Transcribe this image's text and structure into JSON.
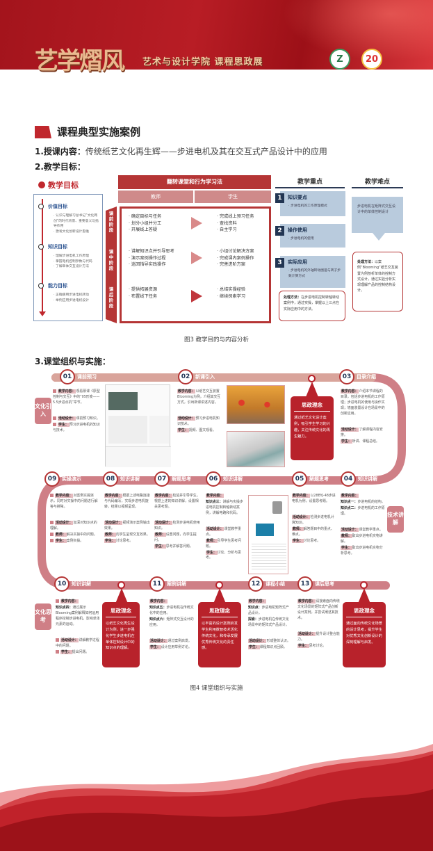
{
  "header": {
    "brand": "艺学熠风",
    "subtitle": "艺术与设计学院  课程思政展",
    "logo1": "Z",
    "logo2": "20"
  },
  "section_title": "课程典型实施案例",
  "content_label": "1.授课内容：",
  "content_value": "传统纸艺文化再生辉——步进电机及其在交互式产品设计中的应用",
  "goals_label": "2.教学目标：",
  "goals": {
    "title": "教学目标",
    "groups": [
      {
        "title": "价值目标",
        "items": [
          "· 认识与理解习总书记“文化两创”的时代背景、重要意义与指导作用",
          "· 激发文化创新设计思维"
        ]
      },
      {
        "title": "知识目标",
        "items": [
          "· 理解步进电机工作原理",
          "· 掌握电机控制参数与代码",
          "· 了解单体交互设计方法"
        ]
      },
      {
        "title": "能力目标",
        "items": [
          "· 正确使用步进电机转动",
          "· 举例应用步进电机设计"
        ]
      }
    ]
  },
  "flip": {
    "title": "翻转课堂和行为学习法",
    "teacher": "教师",
    "student": "学生",
    "stages": [
      "课前阶段",
      "课中阶段",
      "课后阶段"
    ],
    "rows": [
      {
        "teacher": [
          "· 确定目标与任务",
          "· 划分小组并分工",
          "· 开展线上答疑"
        ],
        "student": [
          "· 完成线上预习任务",
          "· 查找资料",
          "· 自主学习"
        ]
      },
      {
        "teacher": [
          "· 讲解知识点并引导思考",
          "· 演示案例操作过程",
          "· 巡回指导实践操作"
        ],
        "student": [
          "· 小组讨论解决方案",
          "· 完成课内案例操作",
          "· 完善进阶方案"
        ]
      },
      {
        "teacher": [
          "· 提供拓展资源",
          "· 布置线下任务"
        ],
        "student": [
          "· 总结实操经验",
          "· 继续探索学习"
        ]
      }
    ]
  },
  "key_points": {
    "title": "教学重点",
    "items": [
      {
        "num": "1",
        "title": "知识要点",
        "desc": "· 步进电机的工作原理模式"
      },
      {
        "num": "2",
        "title": "操作使用",
        "desc": "· 步进电机的使用"
      },
      {
        "num": "3",
        "title": "实际应用",
        "desc": "· 步进电机的外轴转动圈速与转子步数计算方式"
      }
    ],
    "method_label": "处理方法：",
    "method": "在步进电机控制转轴转动案例中，通过实操，掌握以上三点在实际应用中的方法。"
  },
  "difficulty": {
    "title": "教学难点",
    "desc": "步进电机在矩阵式交互设计中的单体控制设计",
    "method_label": "处理方法：",
    "method": "以案例“Blooming”纸艺交互装置为例剖析单体的控制方式设计，通过实验分析实现理解产品的控制结构设计。"
  },
  "fig3_caption": "图3 教学目的与内容分析",
  "org_label": "3.课堂组织与实施：",
  "tags": [
    "文化引入",
    "技术讲解",
    "文化思考"
  ],
  "steps": [
    {
      "num": "01",
      "title": "课前预习",
      "items": [
        [
          "教学内容：",
          "观看慕课《原型控制与交互》中的“05形变——5.5步进点机”章节。"
        ],
        [
          "",
          ""
        ],
        [
          "活动设计：",
          "课前预习知识。"
        ],
        [
          "学生：",
          "预习步进电机的知识与技术。"
        ]
      ]
    },
    {
      "num": "02",
      "title": "新课引入",
      "items": [
        [
          "教学内容：",
          "以纸艺交互装置Blooming为例，介绍其交互方式，引出新课讲述内容。"
        ],
        [
          "",
          ""
        ],
        [
          "活动设计：",
          "预习步进电机知识技术。"
        ],
        [
          "学生：",
          "视频、图文观看。"
        ]
      ]
    },
    {
      "num": "03",
      "title": "目录介绍",
      "items": [
        [
          "教学内容：",
          "介绍本节课程的目录，包括步进电机的工作原理；步进电机的使用与操作实现；墙面装置设计在场景中的创新应用。"
        ],
        [
          "",
          ""
        ],
        [
          "活动设计：",
          "了解课程内容安排。"
        ],
        [
          "学生：",
          "听讲、课程总结。"
        ]
      ]
    },
    {
      "num": "04",
      "title": "知识讲解",
      "items": [
        [
          "教学内容：",
          ""
        ],
        [
          "知识点一：",
          "步进电机的结构。"
        ],
        [
          "知识点二：",
          "步进电机的工作原理。"
        ],
        [
          "",
          ""
        ],
        [
          "活动设计：",
          "课堂教学重点。"
        ],
        [
          "教师：",
          "取出步进电机实物讲解。"
        ],
        [
          "学生：",
          "取出步进电机实物分析思考。"
        ]
      ]
    },
    {
      "num": "05",
      "title": "解题思考",
      "items": [
        [
          "教学内容：",
          "以28BYJ-48步进电机为例，设置思考题。"
        ],
        [
          "",
          ""
        ],
        [
          "活动设计：",
          "检测步进电机计算知识。"
        ],
        [
          "教师：",
          "解答题目中的重点、难点。"
        ],
        [
          "学生：",
          "讨论思考。"
        ]
      ]
    },
    {
      "num": "06",
      "title": "知识讲解",
      "items": [
        [
          "教学内容：",
          ""
        ],
        [
          "知识点三：",
          "讲解与实操步进电机控制转轴转动案例，讲解电路和代码。"
        ],
        [
          "",
          ""
        ],
        [
          "活动设计：",
          "课堂教学重点。"
        ],
        [
          "教师：",
          "引导学生思考问题。"
        ],
        [
          "学生：",
          "讨论、分析与思考。"
        ]
      ]
    },
    {
      "num": "07",
      "title": "解题思考",
      "items": [
        [
          "教学内容：",
          "检验并引导学生，根据上述的知识讲解，设置相关思考题。"
        ],
        [
          "",
          ""
        ],
        [
          "活动设计：",
          "检测步进电机使用知识。"
        ],
        [
          "教师：",
          "设置问题，向学生提问。"
        ],
        [
          "学生：",
          "思考并解答问题。"
        ]
      ]
    },
    {
      "num": "08",
      "title": "知识讲解",
      "items": [
        [
          "教学内容：",
          "根据上述电路连接与代码编写，实现步进电机旋转，结果以视频呈现。"
        ],
        [
          "",
          ""
        ],
        [
          "活动设计：",
          "视频演示案例输出效果。"
        ],
        [
          "教师：",
          "向学生呈现交互效果。"
        ],
        [
          "学生：",
          "讨论思考。"
        ]
      ]
    },
    {
      "num": "09",
      "title": "实操演示",
      "items": [
        [
          "教学内容：",
          "对案例实操演示，同时对实操中的问题进行解答与排障。"
        ],
        [
          "",
          ""
        ],
        [
          "活动设计：",
          "加深对知识点的理解。"
        ],
        [
          "教师：",
          "解决实操中的问题。"
        ],
        [
          "学生：",
          "案例实操。"
        ]
      ]
    },
    {
      "num": "10",
      "title": "知识讲解",
      "items": [
        [
          "教学内容：",
          ""
        ],
        [
          "知识点四：",
          "通过展示Blooming案例解释如何运用程序控制步进电机，影响单体元素的运动。"
        ],
        [
          "",
          ""
        ],
        [
          "活动设计：",
          "讲解教学过程中的问题。"
        ],
        [
          "学生：",
          "提出问题。"
        ]
      ]
    },
    {
      "num": "11",
      "title": "案例讲解",
      "items": [
        [
          "教学内容：",
          ""
        ],
        [
          "知识点五：",
          "步进电机在传统文化中的应用。"
        ],
        [
          "知识点六：",
          "矩阵式交互设计的应用。"
        ],
        [
          "",
          ""
        ],
        [
          "活动设计：",
          "通过案例启发。"
        ],
        [
          "学生：",
          "设计应用举例讨论。"
        ]
      ]
    },
    {
      "num": "12",
      "title": "课程小结",
      "items": [
        [
          "教学内容：",
          ""
        ],
        [
          "知识点：",
          "步进电机矩阵式产品设计。"
        ],
        [
          "探索：",
          "步进电机在传统文化场景中的矩阵式产品设计。"
        ],
        [
          "",
          ""
        ],
        [
          "活动设计：",
          "形成整体认识。"
        ],
        [
          "学生：",
          "课程知识点回顾。"
        ]
      ]
    },
    {
      "num": "13",
      "title": "课后思考",
      "items": [
        [
          "教学内容：",
          "请接索面向传统文化场景的矩阵式产品创新设计案例，并尝试阐述其技术。"
        ],
        [
          "",
          ""
        ],
        [
          "活动设计：",
          "提升设计整合能力。"
        ],
        [
          "学生：",
          "思考讨论。"
        ]
      ]
    }
  ],
  "ideology": [
    {
      "title": "思政理念",
      "text": "通过纸艺文化设计案例，吸引学生学习的兴趣，关注传统文化的再生魅力。"
    },
    {
      "title": "思政理念",
      "text": "以纸艺文化再生设计为例，进一步强化学生步进电机在单体控制设计中的知识点的理解。"
    },
    {
      "title": "思政理念",
      "text": "以丰富的设计案例启发学生利用数智技术活化传统文化，和传承发展优秀传统文化的责任感。"
    },
    {
      "title": "思政理念",
      "text": "通过面向传统文化场景的设计思考，提升学生对优秀文化创新设计的深刻理解与启发。"
    }
  ],
  "fig4_caption": "图4 课堂组织与实施",
  "colors": {
    "primary_red": "#b53535",
    "track": "#cf7f86",
    "blue_box": "#b9cbdd",
    "navy": "#223552"
  }
}
